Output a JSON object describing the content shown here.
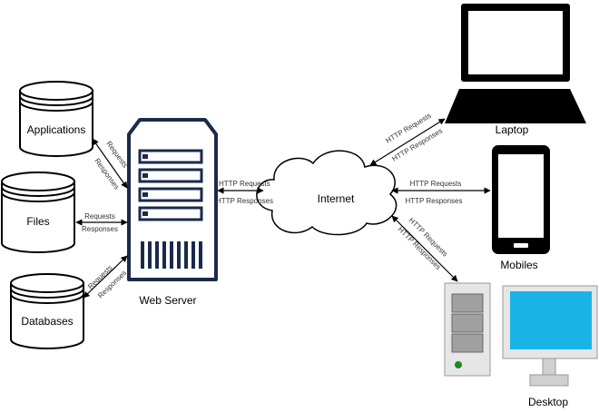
{
  "nodes": {
    "applications": "Applications",
    "files": "Files",
    "databases": "Databases",
    "web_server": "Web Server",
    "internet": "Internet",
    "laptop": "Laptop",
    "mobiles": "Mobiles",
    "desktop": "Desktop"
  },
  "edges": {
    "requests": "Requests",
    "responses": "Responses",
    "http_requests": "HTTP Requests",
    "http_responses": "HTTP Responses"
  },
  "icons": {
    "database": "database-icon",
    "server": "server-icon",
    "cloud": "cloud-icon",
    "laptop": "laptop-icon",
    "mobile": "mobile-icon",
    "desktop": "desktop-icon"
  },
  "colors": {
    "server_fill": "#ffffff",
    "server_stroke": "#1a2b4a",
    "monitor_screen": "#1ab3e6",
    "tower_fill": "#e6e6e6"
  }
}
